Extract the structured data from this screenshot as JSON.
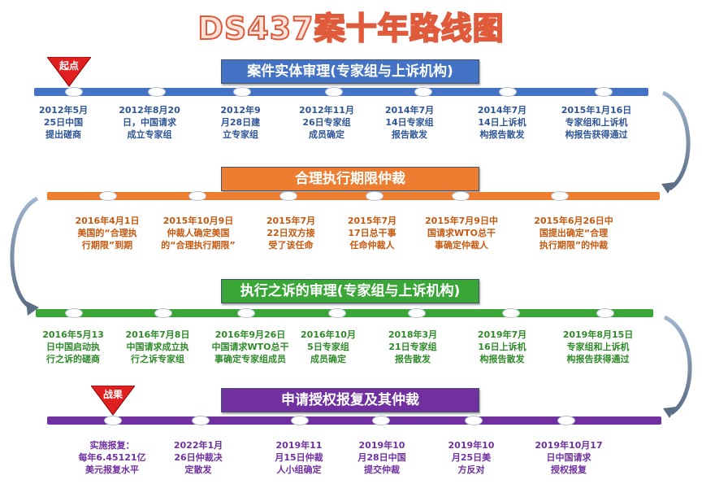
{
  "title": "DS437案十年路线图",
  "start_marker": "起点",
  "result_marker": "战果",
  "colors": {
    "phase1": "#4472c4",
    "phase2": "#ed7d31",
    "phase3": "#3aa637",
    "phase4": "#7030a0",
    "text1": "#2e5597",
    "text2": "#c55a11",
    "text3": "#2f8a2a",
    "text4": "#7030a0"
  },
  "phases": [
    {
      "title": "案件实体审理(专家组与上诉机构)",
      "events": [
        "2012年5月\n25日中国\n提出磋商",
        "2012年8月20\n日，中国请求\n成立专家组",
        "2012年9\n月28日建\n立专家组",
        "2012年11月\n26日专家组\n成员确定",
        "2014年7月\n14日专家组\n报告散发",
        "2014年7月\n14日上诉机\n构报告散发",
        "2015年1月16日\n专家组和上诉机\n构报告获得通过"
      ]
    },
    {
      "title": "合理执行期限仲裁",
      "events": [
        "2016年4月1日\n美国的“合理执\n行期限”到期",
        "2015年10月9日\n仲裁人确定美国\n的“合理执行期限”",
        "2015年7月\n22日双方接\n受了该任命",
        "2015年7月\n17日总干事\n任命仲裁人",
        "2015年7月9日中\n国请求WTO总干\n事确定仲裁人",
        "2015年6月26日中\n国提出确定“合理\n执行期限”的仲裁"
      ]
    },
    {
      "title": "执行之诉的审理(专家组与上诉机构)",
      "events": [
        "2016年5月13\n日中国启动执\n行之诉的磋商",
        "2016年7月8日\n中国请求成立执\n行之诉专家组",
        "2016年9月26日\n中国请求WTO总干\n事确定专家组成员",
        "2016年10月\n5日专家组\n成员确定",
        "2018年3月\n21日专家组\n报告散发",
        "2019年7月\n16日上诉机\n构报告散发",
        "2019年8月15日\n专家组和上诉机\n构报告获得通过"
      ]
    },
    {
      "title": "申请授权报复及其仲裁",
      "events": [
        "实施报复：\n每年6.45121亿\n美元报复水平",
        "2022年1月\n26日仲裁决\n定散发",
        "2019年11\n月15日仲裁\n人小组确定",
        "2019年10\n月28日中国\n提交仲裁",
        "2019年10\n月25日美\n方反对",
        "2019年10月17\n日中国请求\n授权报复"
      ]
    }
  ]
}
